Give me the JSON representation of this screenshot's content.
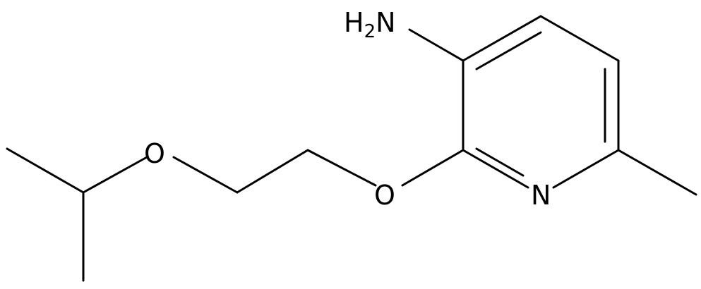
{
  "molecule": {
    "atoms": {
      "amine": {
        "main": "H",
        "sub": "2",
        "rest": "N"
      },
      "ring_nitrogen": "N",
      "ether_oxygen_1": "O",
      "ether_oxygen_2": "O"
    }
  }
}
